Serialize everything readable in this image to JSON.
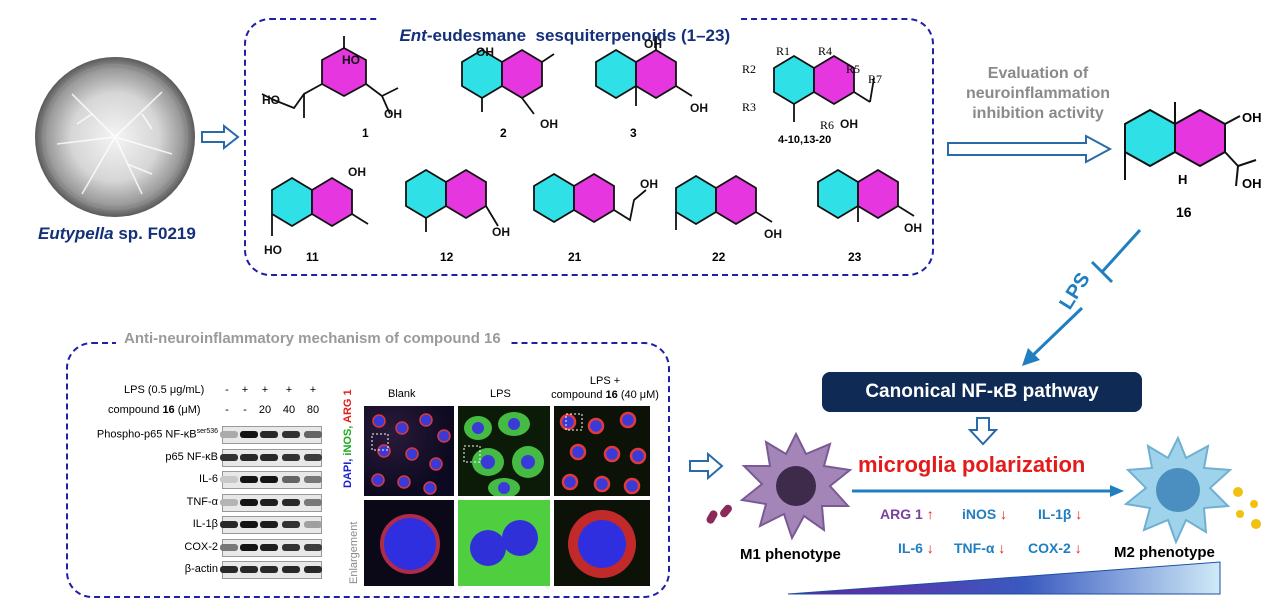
{
  "top_box": {
    "title_prefix": "Ent",
    "title_rest": "-eudesmane  sesquiterpenoids (1–23)",
    "compounds": {
      "c1": "1",
      "c2": "2",
      "c3": "3",
      "c4": "4-10,13-20",
      "c11": "11",
      "c12": "12",
      "c21": "21",
      "c22": "22",
      "c23": "23"
    },
    "r_groups": [
      "R1",
      "R2",
      "R3",
      "R4",
      "R5",
      "R6",
      "R7"
    ]
  },
  "source": {
    "genus": "Eutypella",
    "strain": "sp. F0219"
  },
  "evaluation": {
    "line1": "Evaluation of",
    "line2": "neuroinflammation",
    "line3": "inhibition activity"
  },
  "compound16": {
    "label": "16",
    "oh_top": "OH",
    "oh_side": "OH",
    "h": "H"
  },
  "lps_label": "LPS",
  "mechanism_box": {
    "title": "Anti-neuroinflammatory mechanism of compound 16",
    "blot": {
      "lps_label": "LPS (0.5 μg/mL)",
      "lps_values": [
        "-",
        "+",
        "+",
        "+",
        "+"
      ],
      "compound_prefix": "compound",
      "compound_num": "16",
      "compound_unit": "(μM)",
      "compound_values": [
        "-",
        "-",
        "20",
        "40",
        "80"
      ],
      "rows": [
        {
          "label": "Phospho-p65 NF-κB",
          "sup": "ser536"
        },
        {
          "label": "p65 NF-κB",
          "sup": ""
        },
        {
          "label": "IL-6",
          "sup": ""
        },
        {
          "label": "TNF-α",
          "sup": ""
        },
        {
          "label": "IL-1β",
          "sup": ""
        },
        {
          "label": "COX-2",
          "sup": ""
        },
        {
          "label": "β-actin",
          "sup": ""
        }
      ]
    },
    "micro": {
      "col_blank": "Blank",
      "col_lps": "LPS",
      "col_lps_cmp_1": "LPS +",
      "col_lps_cmp_2_prefix": "compound",
      "col_lps_cmp_2_num": "16",
      "col_lps_cmp_2_suffix": "(40 μM)",
      "stain_dapi": "DAPI,",
      "stain_inos": "iNOS,",
      "stain_arg": "ARG 1",
      "enlargement": "Enlargement"
    }
  },
  "pathway": {
    "nfkb": "Canonical NF-κB pathway",
    "polarization": "microglia polarization",
    "m1": "M1 phenotype",
    "m2": "M2 phenotype",
    "markers": [
      {
        "name": "ARG 1",
        "dir": "↑",
        "color": "#7a3fa0"
      },
      {
        "name": "iNOS",
        "dir": "↓",
        "color": "#1f7fc0"
      },
      {
        "name": "IL-1β",
        "dir": "↓",
        "color": "#1f7fc0"
      },
      {
        "name": "IL-6",
        "dir": "↓",
        "color": "#1f7fc0"
      },
      {
        "name": "TNF-α",
        "dir": "↓",
        "color": "#1f7fc0"
      },
      {
        "name": "COX-2",
        "dir": "↓",
        "color": "#1f7fc0"
      }
    ]
  },
  "colors": {
    "dashed_box": "#1f1fa8",
    "ring_cyan": "#2fe0e6",
    "ring_magenta": "#e636e0",
    "arrow_blue": "#1f7fc0",
    "nfkb_bg": "#0f2a55",
    "red": "#e31b1b",
    "m1_purple": "#a385b8",
    "m2_blue": "#9fd3ec"
  }
}
